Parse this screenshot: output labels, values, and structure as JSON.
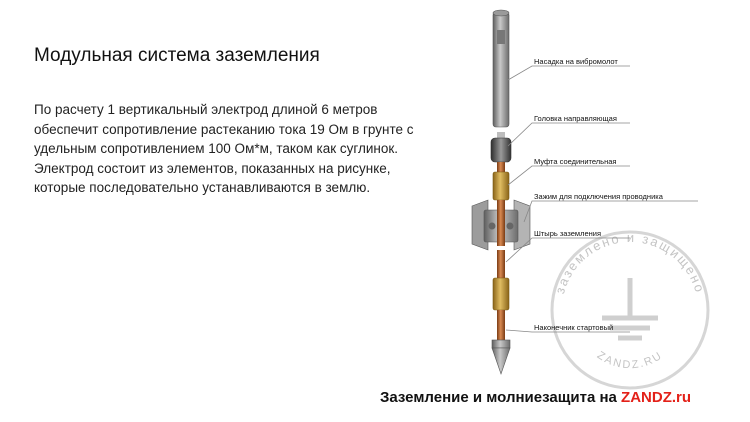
{
  "title": "Модульная система заземления",
  "paragraphs": [
    "По расчету 1 вертикальный электрод длиной 6 метров обеспечит сопротивление растеканию тока 19 Ом в грунте с удельным сопротивлением 100 Ом*м, таком как суглинок.",
    "Электрод состоит из элементов, показанных на рисунке, которые последовательно устанавливаются в землю."
  ],
  "diagram": {
    "labels": {
      "vibro_adapter": "Насадка на вибромолот",
      "guide_head": "Головка направляющая",
      "coupling": "Муфта соединительная",
      "clamp": "Зажим для подключения проводника",
      "rod": "Штырь заземления",
      "tip": "Наконечник стартовый"
    },
    "colors": {
      "steel": "#8e8e8e",
      "copper": "#b5652f",
      "brass": "#c59a3e",
      "leader": "#888888"
    }
  },
  "watermark": {
    "top_text": "заземлено и защищено",
    "bottom_text": "ZANDZ.RU",
    "color": "#bdbdbd"
  },
  "footer": {
    "text": "Заземление и молниезащита на ",
    "brand": "ZANDZ.ru",
    "brand_color": "#e32119"
  }
}
